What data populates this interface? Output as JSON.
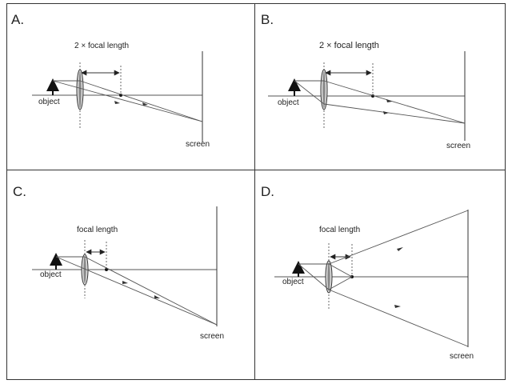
{
  "panels": [
    {
      "letter": "A.",
      "distance_label": "2 × focal length",
      "object_label": "object",
      "screen_label": "screen"
    },
    {
      "letter": "B.",
      "distance_label": "2 × focal length",
      "object_label": "object",
      "screen_label": "screen"
    },
    {
      "letter": "C.",
      "distance_label": "focal length",
      "object_label": "object",
      "screen_label": "screen"
    },
    {
      "letter": "D.",
      "distance_label": "focal length",
      "object_label": "object",
      "screen_label": "screen"
    }
  ],
  "colors": {
    "border": "#333333",
    "ink": "#222222"
  }
}
